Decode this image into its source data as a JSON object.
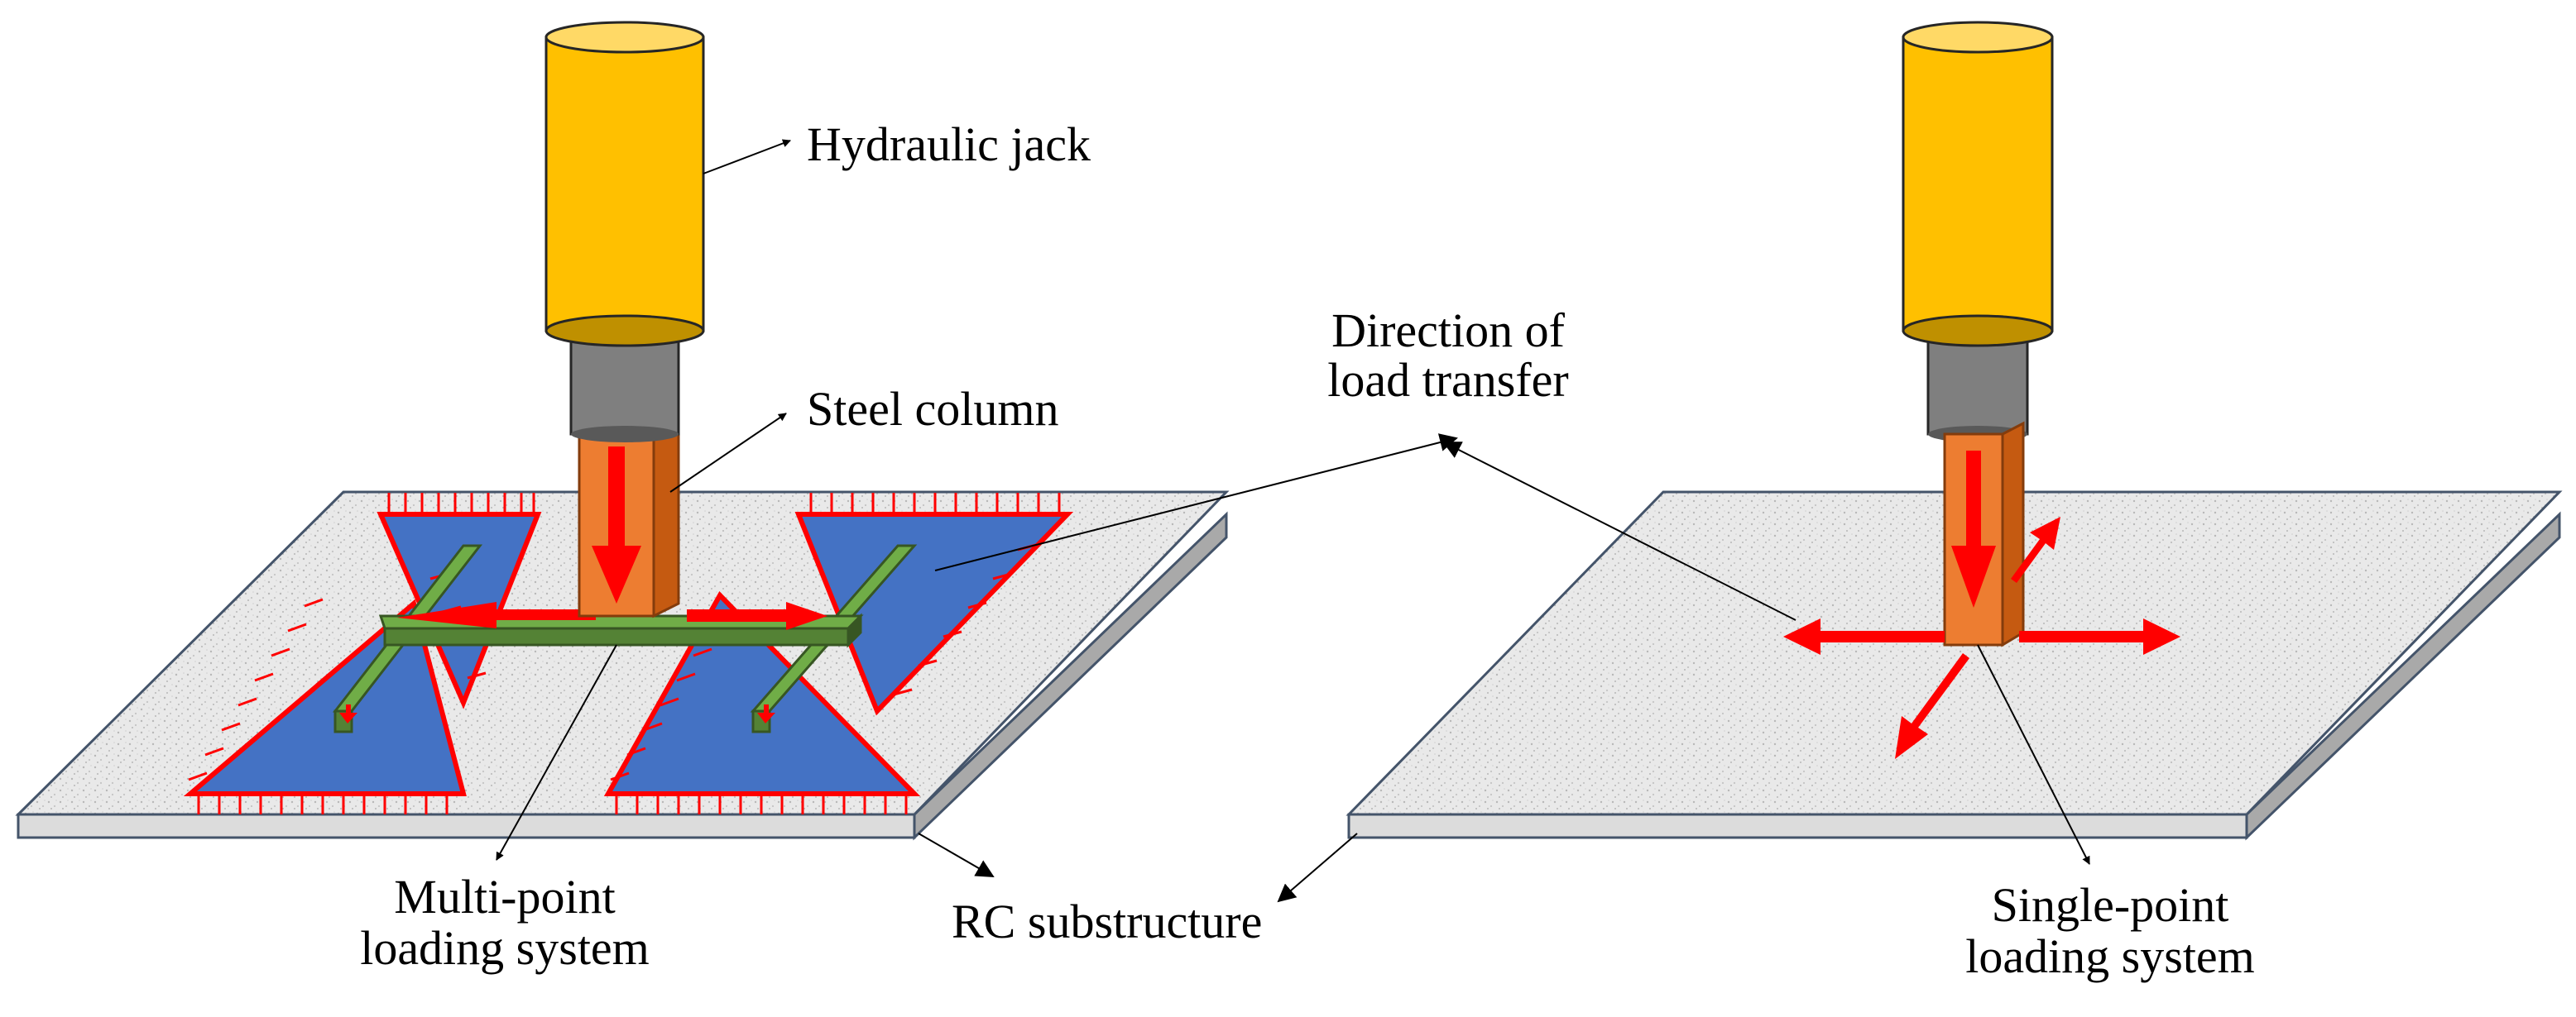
{
  "labels": {
    "hydraulic_jack": "Hydraulic jack",
    "steel_column": "Steel column",
    "direction_line1": "Direction of",
    "direction_line2": "load transfer",
    "multi_line1": "Multi-point",
    "multi_line2": "loading system",
    "rc_substructure": "RC substructure",
    "single_line1": "Single-point",
    "single_line2": "loading system"
  },
  "colors": {
    "jack_body": "#FFC000",
    "jack_rod": "#7F7F7F",
    "steel_column": "#ED7D31",
    "load_arrow": "#FF0000",
    "beam": "#70AD47",
    "load_area": "#4472C4",
    "slab": "#E8E8E8"
  }
}
